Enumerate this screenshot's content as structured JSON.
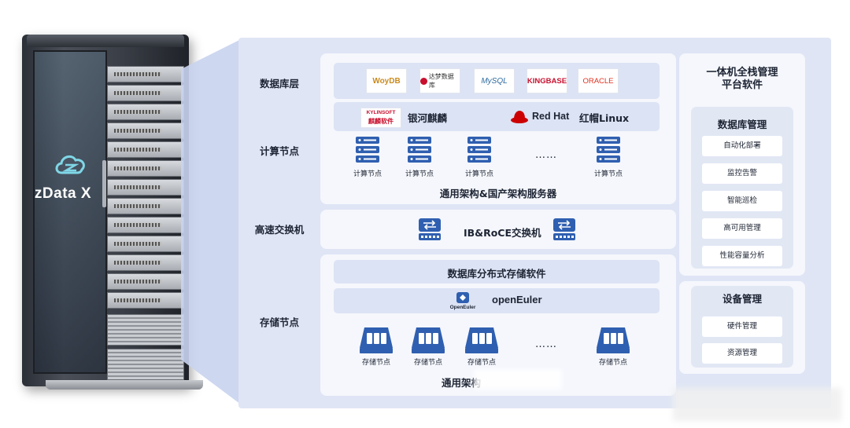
{
  "rack": {
    "brand": "zData X"
  },
  "rows": {
    "db_layer": "数据库层",
    "compute": "计算节点",
    "switch": "高速交换机",
    "storage": "存储节点"
  },
  "db_logos": [
    {
      "label": "WoyDB",
      "color": "#c98a1e"
    },
    {
      "label": "达梦数据库",
      "color": "#333333"
    },
    {
      "label": "MySQL",
      "color": "#2d6a9f"
    },
    {
      "label": "KINGBASE",
      "color": "#c8102e"
    },
    {
      "label": "ORACLE",
      "color": "#e0301e"
    }
  ],
  "os_row": {
    "kylinsoft_top": "KYLINSOFT",
    "kylinsoft_bottom": "麒麟软件",
    "kylin_name": "银河麒麟",
    "redhat": "Red Hat",
    "redhat_name": "红帽Linux"
  },
  "compute_nodes": {
    "labels": [
      "计算节点",
      "计算节点",
      "计算节点",
      "计算节点"
    ],
    "ellipsis": "……",
    "footer": "通用架构&国产架构服务器"
  },
  "switch": {
    "label": "IB&RoCE交换机"
  },
  "storage": {
    "software": "数据库分布式存储软件",
    "os_name": "openEuler",
    "os_logo_text": "OpenEuler",
    "labels": [
      "存储节点",
      "存储节点",
      "存储节点",
      "存储节点"
    ],
    "ellipsis": "……",
    "footer": "通用架构"
  },
  "side": {
    "title_line1": "一体机全栈管理",
    "title_line2": "平台软件",
    "db_mgmt": {
      "title": "数据库管理",
      "items": [
        "自动化部署",
        "监控告警",
        "智能巡检",
        "高可用管理",
        "性能容量分析"
      ]
    },
    "dev_mgmt": {
      "title": "设备管理",
      "items": [
        "硬件管理",
        "资源管理"
      ]
    }
  },
  "colors": {
    "panel": "#dfe5f5",
    "card": "#f5f7fc",
    "icon_blue": "#2f5fb0"
  }
}
